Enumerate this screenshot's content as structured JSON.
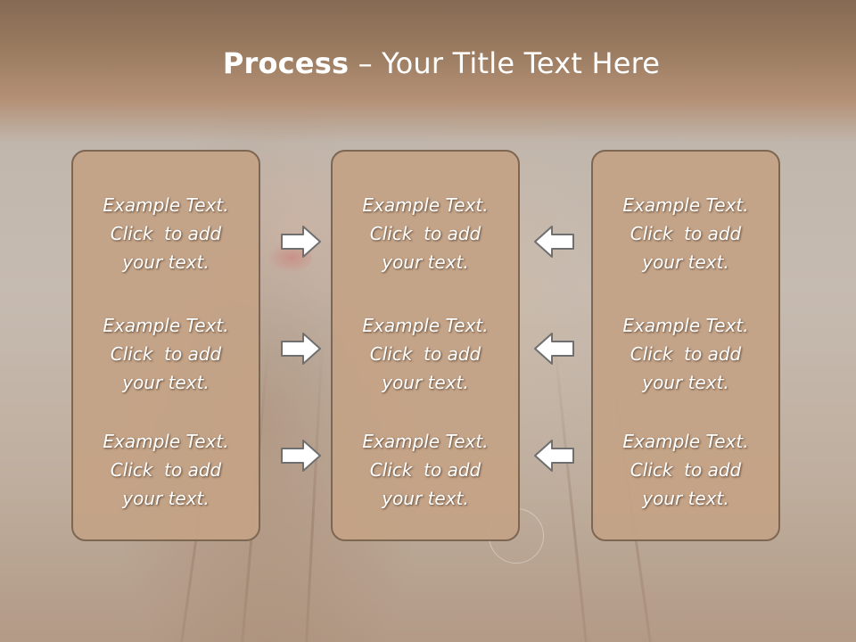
{
  "title": {
    "bold": "Process",
    "rest": " – Your Title Text Here"
  },
  "boxes": [
    {
      "items": [
        [
          "Example Text.",
          "Click  to add",
          "your text."
        ],
        [
          "Example Text.",
          "Click  to add",
          "your text."
        ],
        [
          "Example Text.",
          "Click  to add",
          "your text."
        ]
      ]
    },
    {
      "items": [
        [
          "Example Text.",
          "Click  to add",
          "your text."
        ],
        [
          "Example Text.",
          "Click  to add",
          "your text."
        ],
        [
          "Example Text.",
          "Click  to add",
          "your text."
        ]
      ]
    },
    {
      "items": [
        [
          "Example Text.",
          "Click  to add",
          "your text."
        ],
        [
          "Example Text.",
          "Click  to add",
          "your text."
        ],
        [
          "Example Text.",
          "Click  to add",
          "your text."
        ]
      ]
    }
  ],
  "arrows": {
    "left_group": "right-arrow-icon",
    "right_group": "left-arrow-icon"
  }
}
